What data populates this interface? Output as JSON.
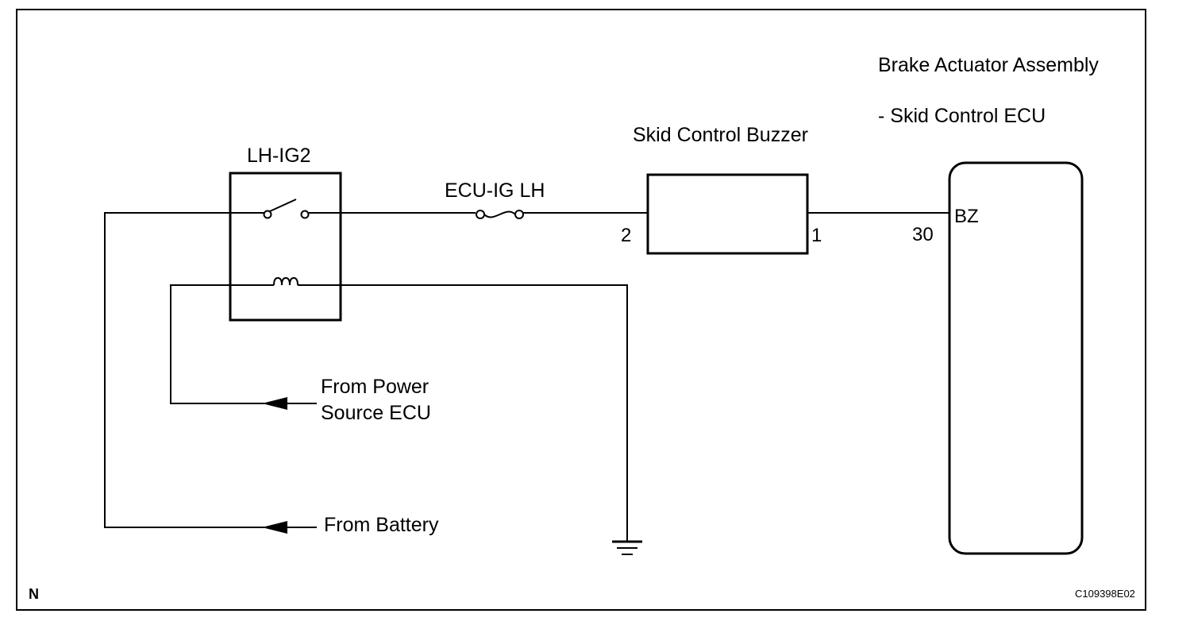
{
  "components": {
    "relay": {
      "label": "LH-IG2"
    },
    "fuse": {
      "label": "ECU-IG LH"
    },
    "buzzer": {
      "label": "Skid Control Buzzer",
      "pin_left": "2",
      "pin_right": "1"
    },
    "ecu": {
      "title_line1": "Brake Actuator Assembly",
      "title_line2": "- Skid Control ECU",
      "pin_number": "30",
      "pin_name": "BZ"
    }
  },
  "sources": {
    "power_source_line1": "From Power",
    "power_source_line2": "Source ECU",
    "battery": "From Battery"
  },
  "footer": {
    "corner_mark": "N",
    "figure_code": "C109398E02"
  },
  "colors": {
    "line": "#000000",
    "background": "#ffffff"
  }
}
